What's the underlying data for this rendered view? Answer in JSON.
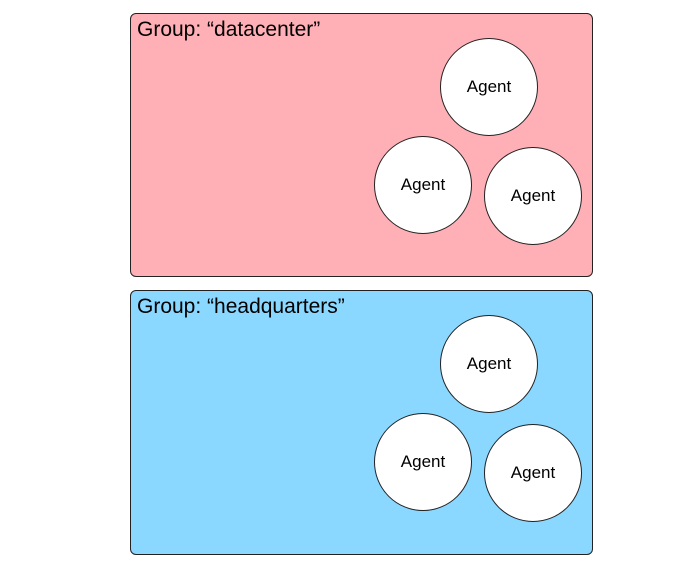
{
  "groups": [
    {
      "label": "Group: “datacenter”",
      "color": "#ffb0b6",
      "agents": [
        "Agent",
        "Agent",
        "Agent"
      ]
    },
    {
      "label": "Group: “headquarters”",
      "color": "#8ad8ff",
      "agents": [
        "Agent",
        "Agent",
        "Agent"
      ]
    }
  ]
}
